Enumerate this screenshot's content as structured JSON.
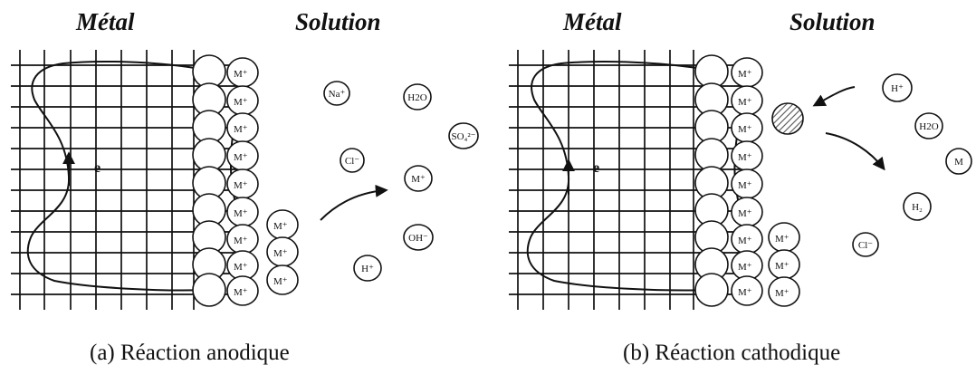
{
  "panels": [
    {
      "metal_label": "Métal",
      "solution_label": "Solution",
      "caption": "(a)  Réaction anodique",
      "electron_label": "e",
      "surface_ion_label": "M⁺",
      "solution_species": [
        "Na⁺",
        "H2O",
        "SO₄²⁻",
        "Cl⁻",
        "M⁺",
        "OH⁻",
        "H⁺"
      ]
    },
    {
      "metal_label": "Métal",
      "solution_label": "Solution",
      "caption": "(b)  Réaction cathodique",
      "electron_label": "e",
      "surface_ion_label": "M⁺",
      "solution_species": [
        "H⁺",
        "H2O",
        "M",
        "H₂",
        "Cl⁻"
      ]
    }
  ],
  "colors": {
    "ink": "#111111",
    "paper": "#ffffff",
    "hatch": "#666666"
  }
}
